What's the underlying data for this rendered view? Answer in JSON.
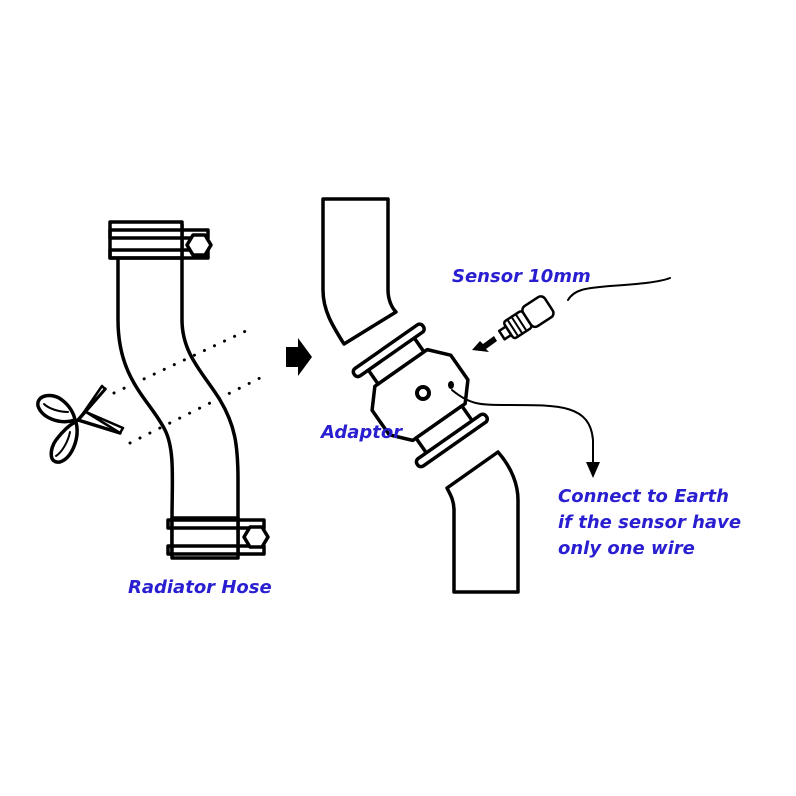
{
  "diagram": {
    "title": "Radiator hose sensor adaptor installation",
    "label_color": "#2a1fd0",
    "labels": {
      "radiator_hose": "Radiator Hose",
      "adaptor": "Adaptor",
      "sensor": "Sensor 10mm",
      "earth_line1": "Connect to Earth",
      "earth_line2": "if the sensor have",
      "earth_line3": "only one wire"
    },
    "icons": {
      "scissors": "scissors-icon",
      "step_arrow": "right-arrow-icon",
      "insert_arrow": "insert-arrow-icon",
      "ground_arrow": "down-arrow-icon"
    }
  }
}
